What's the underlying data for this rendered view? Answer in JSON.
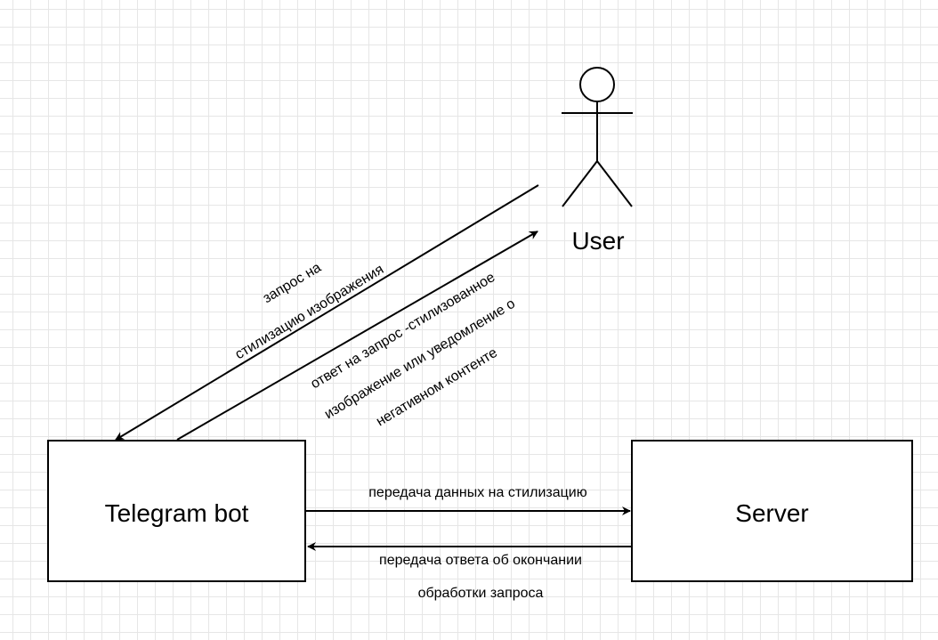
{
  "nodes": {
    "telegram_bot": "Telegram bot",
    "server": "Server",
    "user": "User"
  },
  "edges": {
    "user_to_bot": [
      "запрос на",
      "стилизацию изображения"
    ],
    "bot_to_user": [
      "ответ на запрос -стилизованное",
      "изображение или уведомление о",
      "негативном контенте"
    ],
    "bot_to_server": [
      "передача данных на стилизацию"
    ],
    "server_to_bot": [
      "передача ответа об окончании",
      "обработки запроса"
    ]
  }
}
